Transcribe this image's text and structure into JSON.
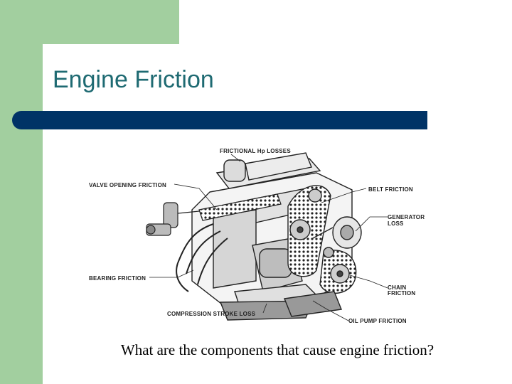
{
  "slide": {
    "title": "Engine Friction",
    "question": "What are the components that cause engine friction?"
  },
  "colors": {
    "green": "#a2cf9f",
    "title": "#1e6a72",
    "bar": "#003366",
    "background": "#ffffff"
  },
  "diagram": {
    "heading": "FRICTIONAL Hp LOSSES",
    "labels": {
      "valve_opening": "VALVE OPENING FRICTION",
      "belt": "BELT FRICTION",
      "generator_line1": "GENERATOR",
      "generator_line2": "LOSS",
      "bearing": "BEARING FRICTION",
      "chain_line1": "CHAIN",
      "chain_line2": "FRICTION",
      "compression": "COMPRESSION STROKE LOSS",
      "oil_pump": "OIL PUMP FRICTION"
    }
  }
}
